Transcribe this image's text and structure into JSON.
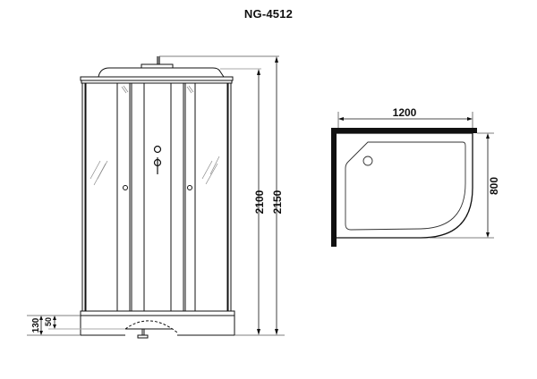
{
  "title": "NG-4512",
  "front_view": {
    "dimensions": {
      "cabin_height": "2100",
      "total_height": "2150",
      "tray_height": "130",
      "leg_height": "50"
    }
  },
  "top_view": {
    "dimensions": {
      "width": "1200",
      "depth": "800"
    }
  },
  "colors": {
    "line": "#111111",
    "thin_line": "#555555",
    "guide_line": "#aaaaaa",
    "background": "#ffffff"
  }
}
